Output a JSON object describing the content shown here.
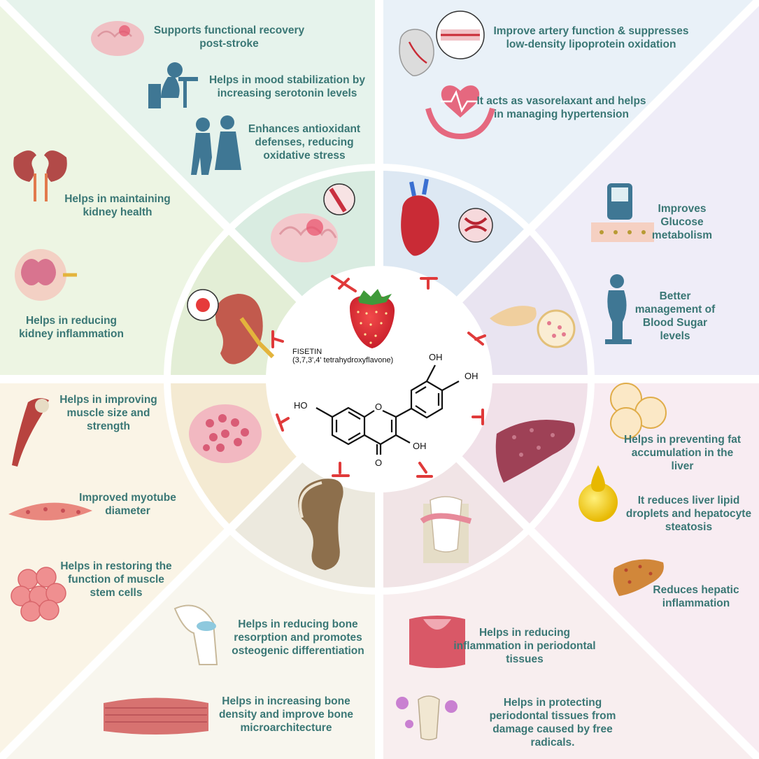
{
  "center": {
    "compound_name": "FISETIN",
    "compound_formula": "(3,7,3',4' tetrahydroxyflavone)",
    "oh_top": "OH",
    "oh_right": "OH",
    "oh_left": "HO",
    "oh_bottom": "OH",
    "ketone_o": "O",
    "ring_o": "O"
  },
  "sections": {
    "brain": [
      {
        "text": "Supports functional recovery post-stroke",
        "icon": "brain-icon"
      },
      {
        "text": "Helps in mood stabilization by increasing serotonin levels",
        "icon": "stressed-person-icon"
      },
      {
        "text": "Enhances antioxidant defenses, reducing oxidative stress",
        "icon": "elderly-couple-icon"
      }
    ],
    "cardio": [
      {
        "text": "Improve artery function & suppresses low-density lipoprotein oxidation",
        "icon": "heart-artery-icon"
      },
      {
        "text": "It acts as vasorelaxant and helps in managing hypertension",
        "icon": "heart-hands-icon"
      }
    ],
    "kidney": [
      {
        "text": "Helps in maintaining kidney health",
        "icon": "kidneys-icon"
      },
      {
        "text": "Helps in reducing kidney inflammation",
        "icon": "inflamed-kidney-icon"
      }
    ],
    "pancreas": [
      {
        "text": "Improves Glucose metabolism",
        "icon": "glucometer-icon"
      },
      {
        "text": "Better management of Blood Sugar levels",
        "icon": "person-scale-icon"
      }
    ],
    "muscle": [
      {
        "text": "Helps in improving muscle size and strength",
        "icon": "shoulder-muscle-icon"
      },
      {
        "text": "Improved myotube diameter",
        "icon": "myotube-icon"
      },
      {
        "text": "Helps in restoring the function of muscle stem cells",
        "icon": "stem-cells-icon"
      }
    ],
    "liver": [
      {
        "text": "Helps in preventing fat accumulation in the liver",
        "icon": "fat-cells-icon"
      },
      {
        "text": "It reduces liver lipid droplets and hepatocyte steatosis",
        "icon": "lipid-droplet-icon"
      },
      {
        "text": "Reduces hepatic inflammation",
        "icon": "inflamed-liver-icon"
      }
    ],
    "bone": [
      {
        "text": "Helps in reducing bone resorption and promotes osteogenic differentiation",
        "icon": "knee-joint-icon"
      },
      {
        "text": "Helps in  increasing bone density and improve bone microarchitecture",
        "icon": "muscle-fiber-icon"
      }
    ],
    "periodontal": [
      {
        "text": "Helps in reducing inflammation in periodontal tissues",
        "icon": "gum-tissue-icon"
      },
      {
        "text": "Helps in protecting periodontal tissues from damage caused by free radicals.",
        "icon": "tooth-bacteria-icon"
      }
    ]
  },
  "colors": {
    "text": "#3a7775",
    "inhibitor": "#e03a3a",
    "brain_bg": "#e6f3ec",
    "cardio_bg": "#e9f1f8",
    "kidney_bg": "#edf5e3",
    "pancreas_bg": "#efedf8",
    "muscle_bg": "#faf4e6",
    "liver_bg": "#f8ecf2",
    "bone_bg": "#f8f6ee",
    "periodontal_bg": "#f8eeef"
  }
}
